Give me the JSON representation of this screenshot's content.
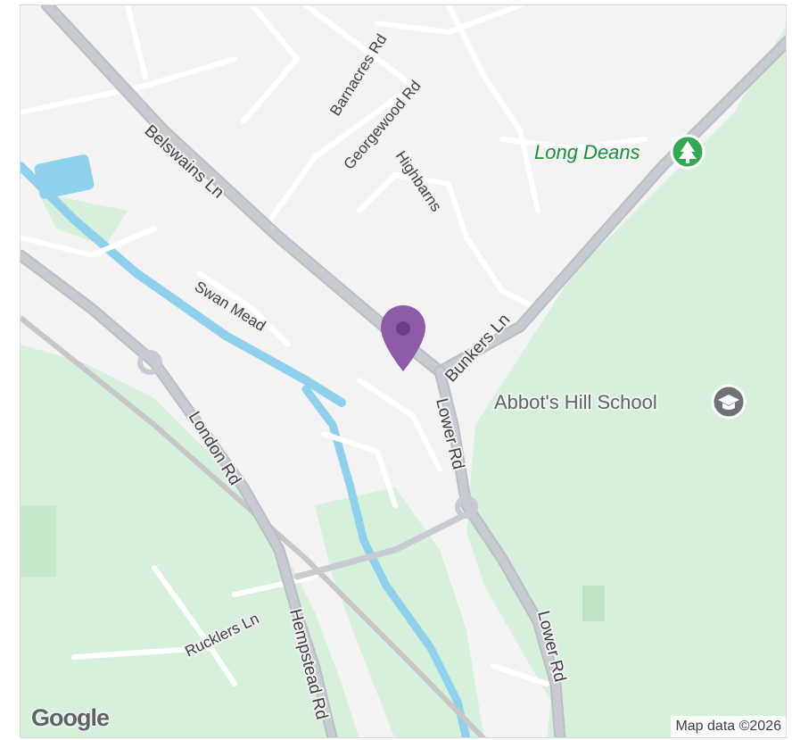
{
  "map": {
    "colors": {
      "land": "#f4f3f3",
      "park": "#d6f0db",
      "water": "#8fd0ec",
      "road": "#c8ccd2",
      "road_edge": "#b9bec5",
      "rail": "#c7c7c7",
      "marker": "#8e5ba8",
      "park_poi": "#1e8e3e",
      "school_poi": "#6f7378"
    },
    "streets": {
      "barnacres": "Barnacres Rd",
      "georgewood": "Georgewood Rd",
      "highbarns": "Highbarns",
      "belswains": "Belswains Ln",
      "swan_mead": "Swan Mead",
      "bunkers": "Bunkers Ln",
      "lower_rd_1": "Lower Rd",
      "london": "London Rd",
      "rucklers": "Rucklers Ln",
      "hempstead": "Hempstead Rd",
      "lower_rd_2": "Lower Rd"
    },
    "pois": {
      "long_deans": {
        "label": "Long Deans",
        "icon": "tree-icon"
      },
      "abbots_hill": {
        "label": "Abbot's Hill School",
        "icon": "graduation-cap-icon"
      }
    },
    "marker_icon": "map-pin-icon",
    "google_logo": "Google",
    "attribution": "Map data ©2026"
  }
}
